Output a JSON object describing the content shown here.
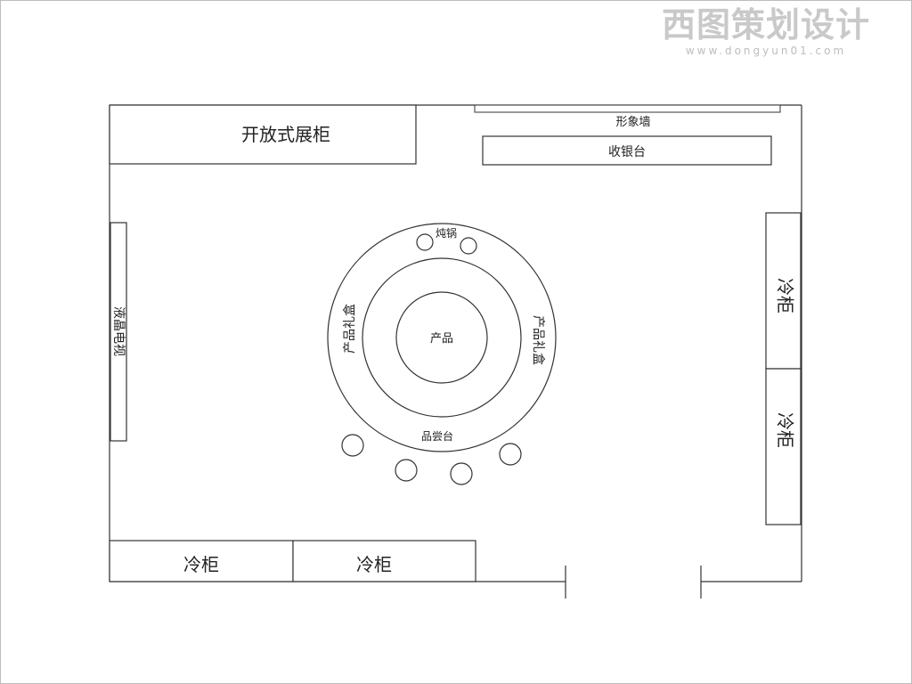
{
  "watermark": {
    "title": "西图策划设计",
    "url": "www.dongyun01.com"
  },
  "labels": {
    "open_cabinet": "开放式展柜",
    "image_wall": "形象墙",
    "cashier": "收银台",
    "lcd_tv": "液晶电视",
    "cold_cabinet": "冷柜",
    "stew_pot": "炖锅",
    "gift_box": "产品礼盒",
    "product": "产品",
    "tasting_table": "品尝台"
  }
}
